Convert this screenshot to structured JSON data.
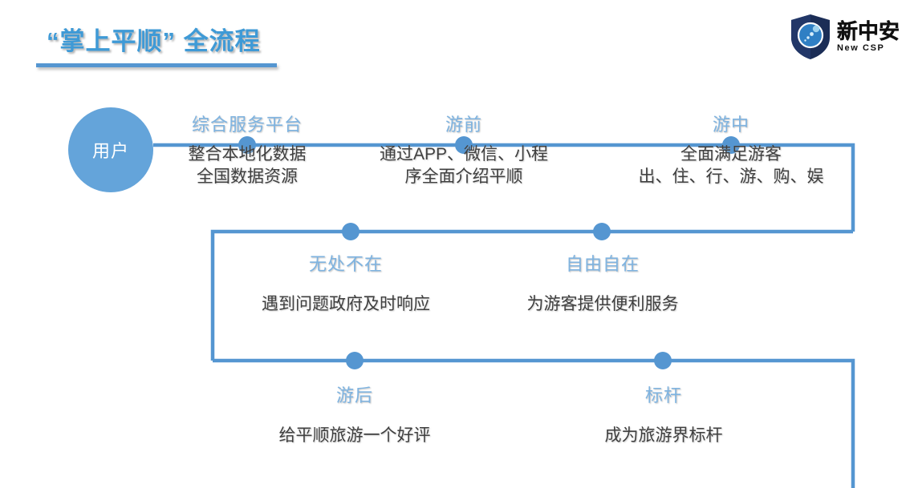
{
  "header": {
    "title": "“掌上平顺” 全流程",
    "accent_color": "#3f9ad6",
    "rule_color": "#5596d1"
  },
  "logo": {
    "name_cn": "新中安",
    "name_en": "New CSP",
    "shield_color": "#1b2d56",
    "orb_color": "#2f7fc4",
    "icon": "shield-logo-icon"
  },
  "diagram": {
    "type": "flow-timeline",
    "start_node": {
      "label": "用户",
      "shape": "circle",
      "fill": "#64a4da"
    },
    "line_color": "#5596d1",
    "dot_color": "#5596d1",
    "rows": [
      {
        "row": 1,
        "label_position": "above",
        "nodes": [
          {
            "label": "综合服务平台",
            "desc_lines": [
              "整合本地化数据",
              "全国数据资源"
            ]
          },
          {
            "label": "游前",
            "desc_lines": [
              "通过APP、微信、小程",
              "序全面介绍平顺"
            ]
          },
          {
            "label": "游中",
            "desc_lines": [
              "全面满足游客",
              "出、住、行、游、购、娱"
            ]
          }
        ]
      },
      {
        "row": 2,
        "label_position": "below",
        "nodes": [
          {
            "label": "无处不在",
            "desc_lines": [
              "遇到问题政府及时响应"
            ]
          },
          {
            "label": "自由自在",
            "desc_lines": [
              "为游客提供便利服务"
            ]
          }
        ]
      },
      {
        "row": 3,
        "label_position": "below",
        "nodes": [
          {
            "label": "游后",
            "desc_lines": [
              "给平顺旅游一个好评"
            ]
          },
          {
            "label": "标杆",
            "desc_lines": [
              "成为旅游界标杆"
            ]
          }
        ]
      }
    ]
  }
}
